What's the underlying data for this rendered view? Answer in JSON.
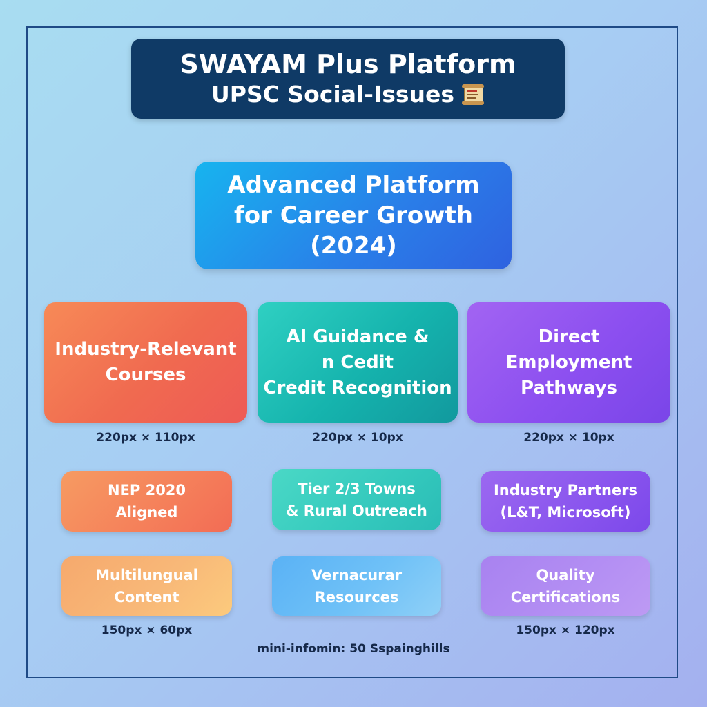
{
  "header": {
    "title_line1": "SWAYAM Plus Platform",
    "title_line2": "UPSC Social-Issues",
    "icon": "scroll-icon"
  },
  "center": {
    "text": "Advanced Platform\nfor Career Growth\n(2024)"
  },
  "row1": [
    {
      "text": "Industry-Relevant\nCourses",
      "dim": "220px × 110px"
    },
    {
      "text": "AI Guidance &\nn Cedit\nCredit Recognition",
      "dim": "220px × 10px"
    },
    {
      "text": "Direct\nEmployment\nPathways",
      "dim": "220px × 10px"
    }
  ],
  "row2": [
    {
      "text": "NEP 2020\nAligned"
    },
    {
      "text": "Tier 2/3 Towns\n& Rural Outreach"
    },
    {
      "text": "Industry Partners\n(L&T, Microsoft)"
    }
  ],
  "row3": [
    {
      "text": "Multilungual\nContent",
      "dim": "150px × 60px"
    },
    {
      "text": "Vernacurar\nResources"
    },
    {
      "text": "Quality\nCertifications",
      "dim": "150px × 120px"
    }
  ],
  "footnote": "mini-infomin: 50 Sspainghills",
  "colors": {
    "title_bg": "#0f3a66",
    "frame": "#1f4a86",
    "center_start": "#17b4ef",
    "center_end": "#2f62e0"
  }
}
